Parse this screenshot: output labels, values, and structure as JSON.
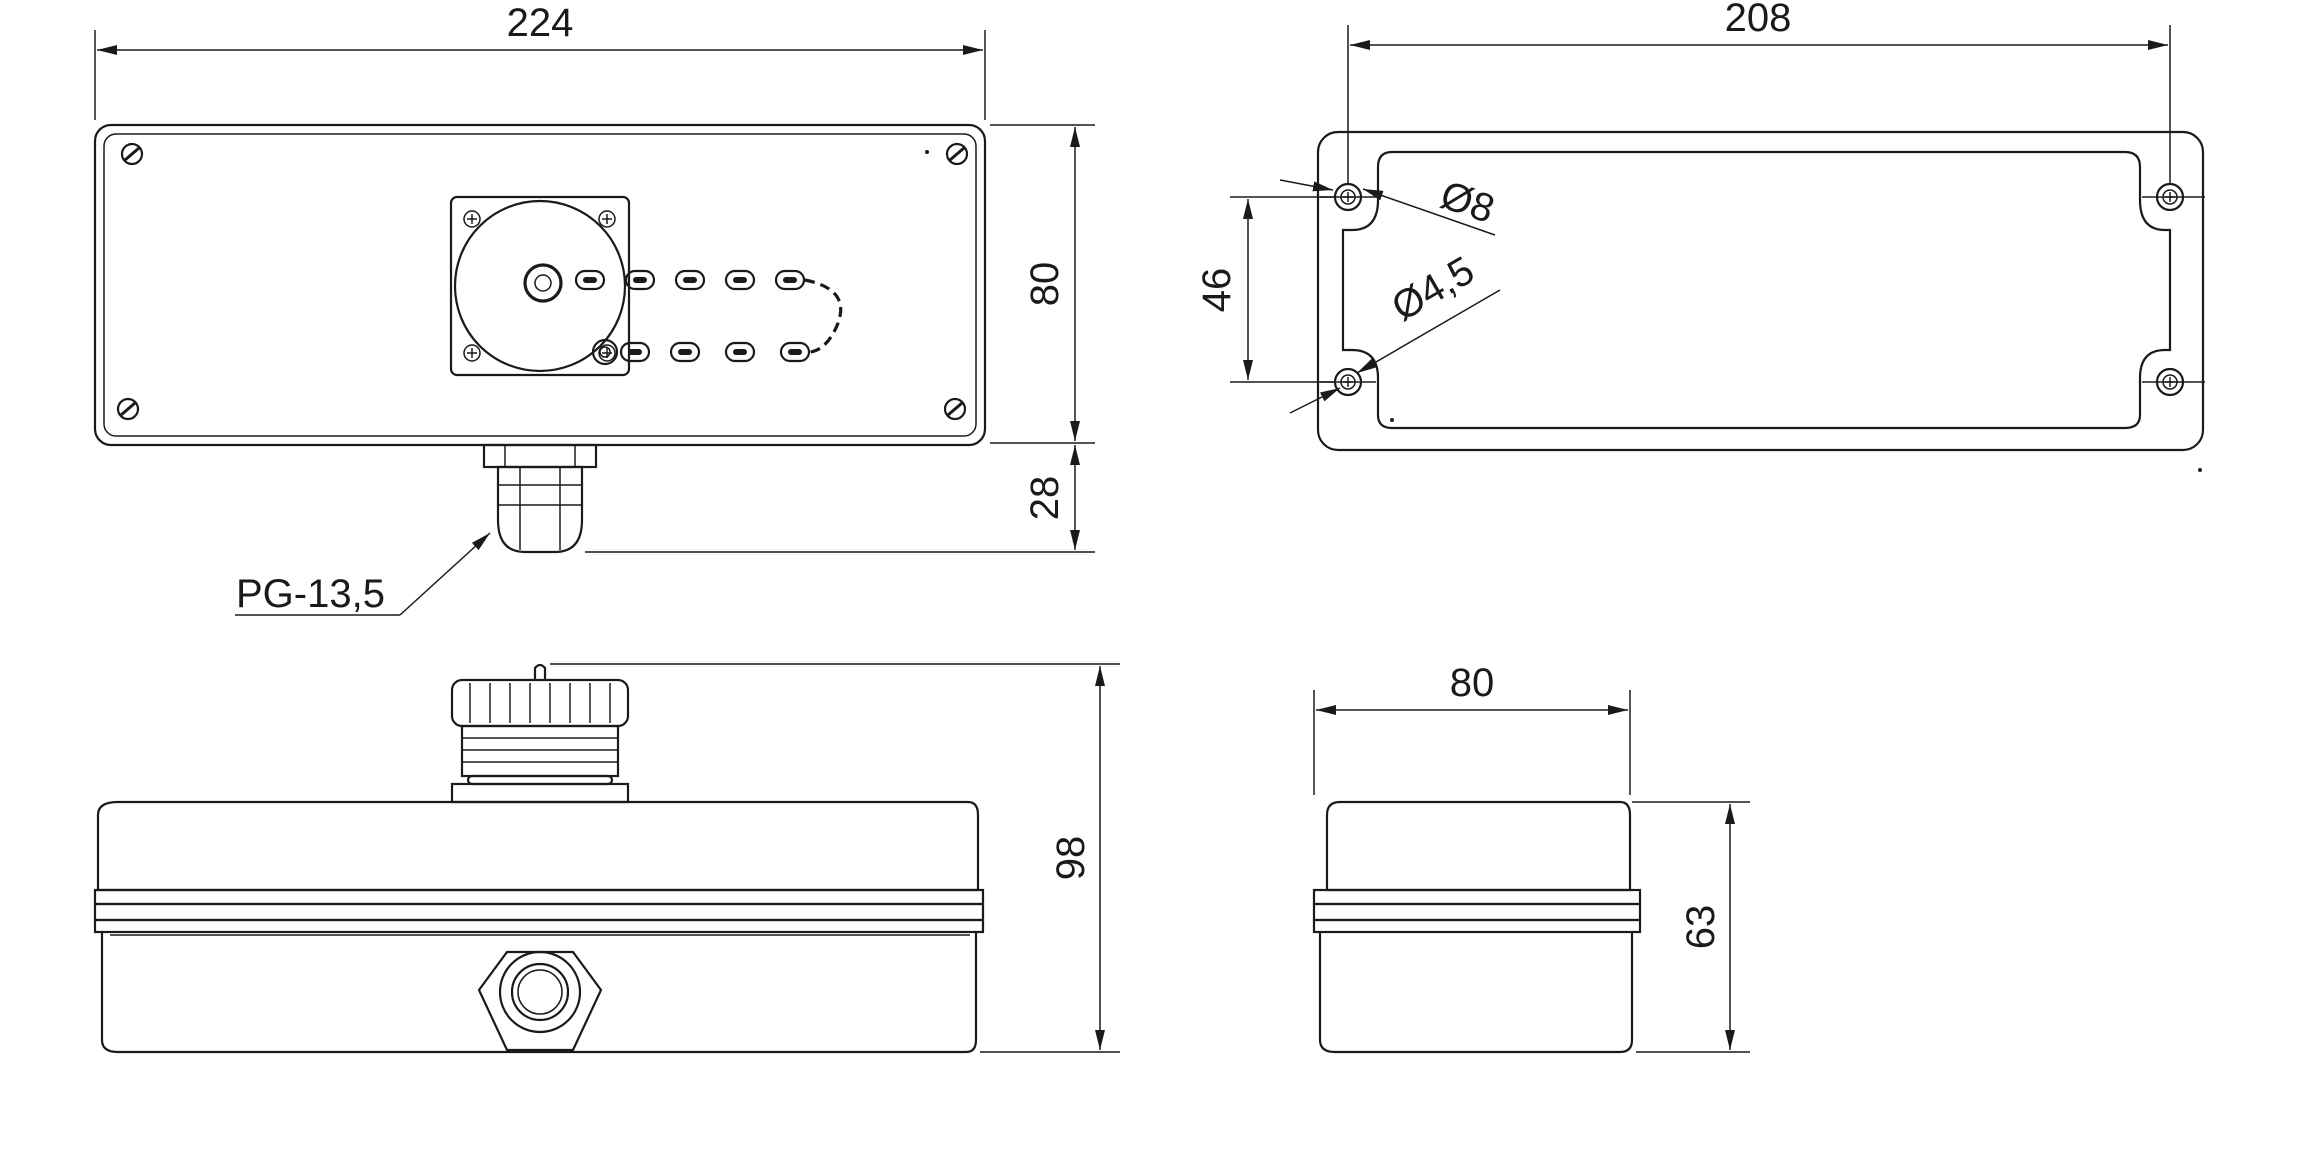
{
  "dimensions": {
    "front_width": "224",
    "front_height": "80",
    "gland_depth": "28",
    "gland_label": "PG-13,5",
    "lid_width": "208",
    "hole_spacing": "46",
    "hole_large": "Ø8",
    "hole_small": "Ø4,5",
    "total_height": "98",
    "side_width": "80",
    "side_height": "63"
  }
}
